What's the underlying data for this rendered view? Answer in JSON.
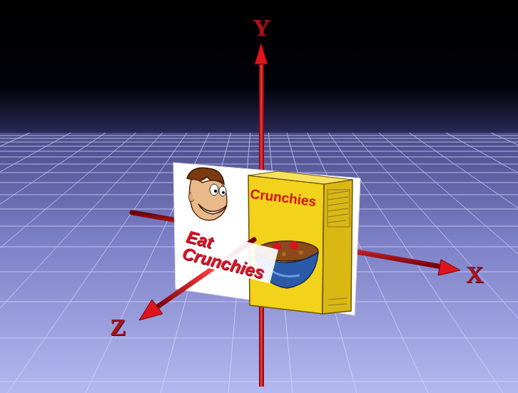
{
  "diagram": {
    "labels": [
      "Y",
      "X",
      "Z",
      "Crunchies",
      "Eat Crunchies"
    ]
  }
}
